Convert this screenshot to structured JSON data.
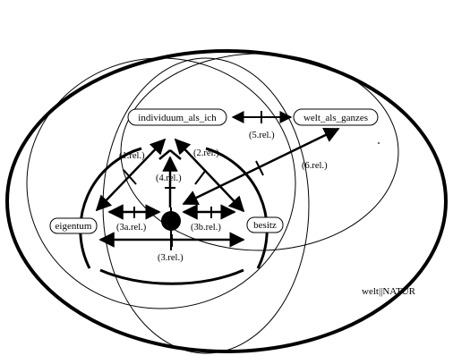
{
  "nodes": {
    "individuum": "individuum_als_ich",
    "welt": "welt_als_ganzes",
    "eigentum": "eigentum",
    "besitz": "besitz"
  },
  "relations": {
    "r1": "(1.rel.)",
    "r2": "(2.rel.)",
    "r3": "(3.rel.)",
    "r3a": "(3a.rel.)",
    "r3b": "(3b.rel.)",
    "r4": "(4.rel.)",
    "r5": "(5.rel.)",
    "r6": "(6.rel.)"
  },
  "outer_label": "welt||NATUR"
}
